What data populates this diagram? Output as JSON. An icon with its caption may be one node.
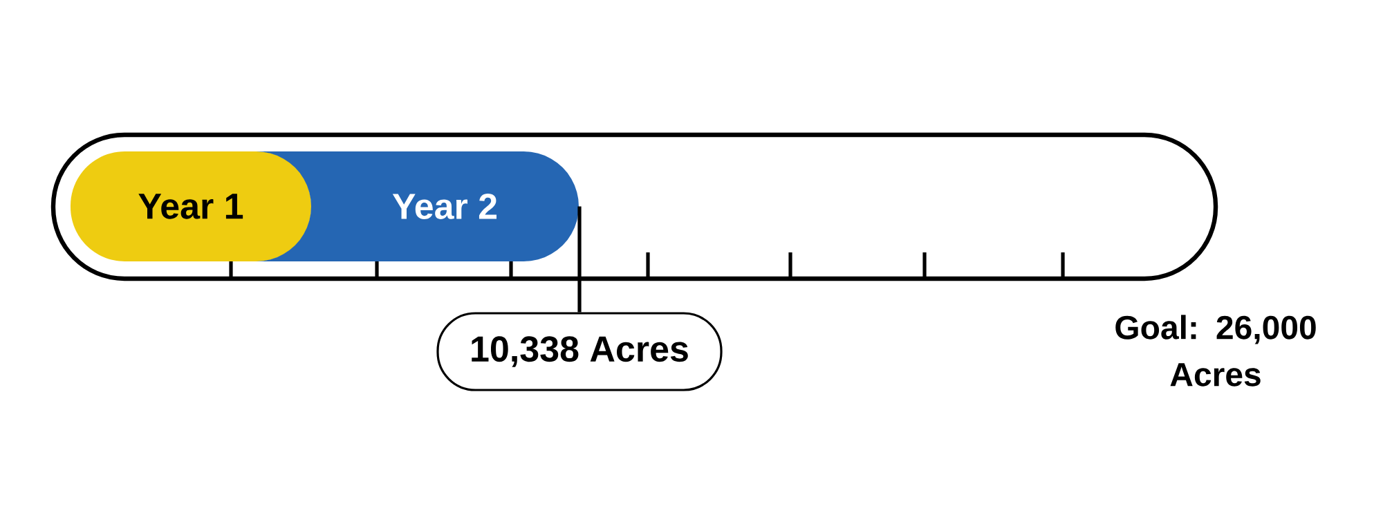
{
  "diagram": {
    "nodes": [
      {
        "text": [],
        "shape": "bar"
      },
      {
        "text": [
          "Year 1"
        ],
        "in": 0
      },
      {
        "text": [
          "Year 2"
        ],
        "in": 0
      },
      {
        "text": [
          "10,338 Acres"
        ]
      }
    ],
    "edges": [
      {
        "from": 3,
        "to": 2,
        "arrow": "none"
      }
    ],
    "labels": [
      "Goal: 26,000 Acres"
    ]
  }
}
